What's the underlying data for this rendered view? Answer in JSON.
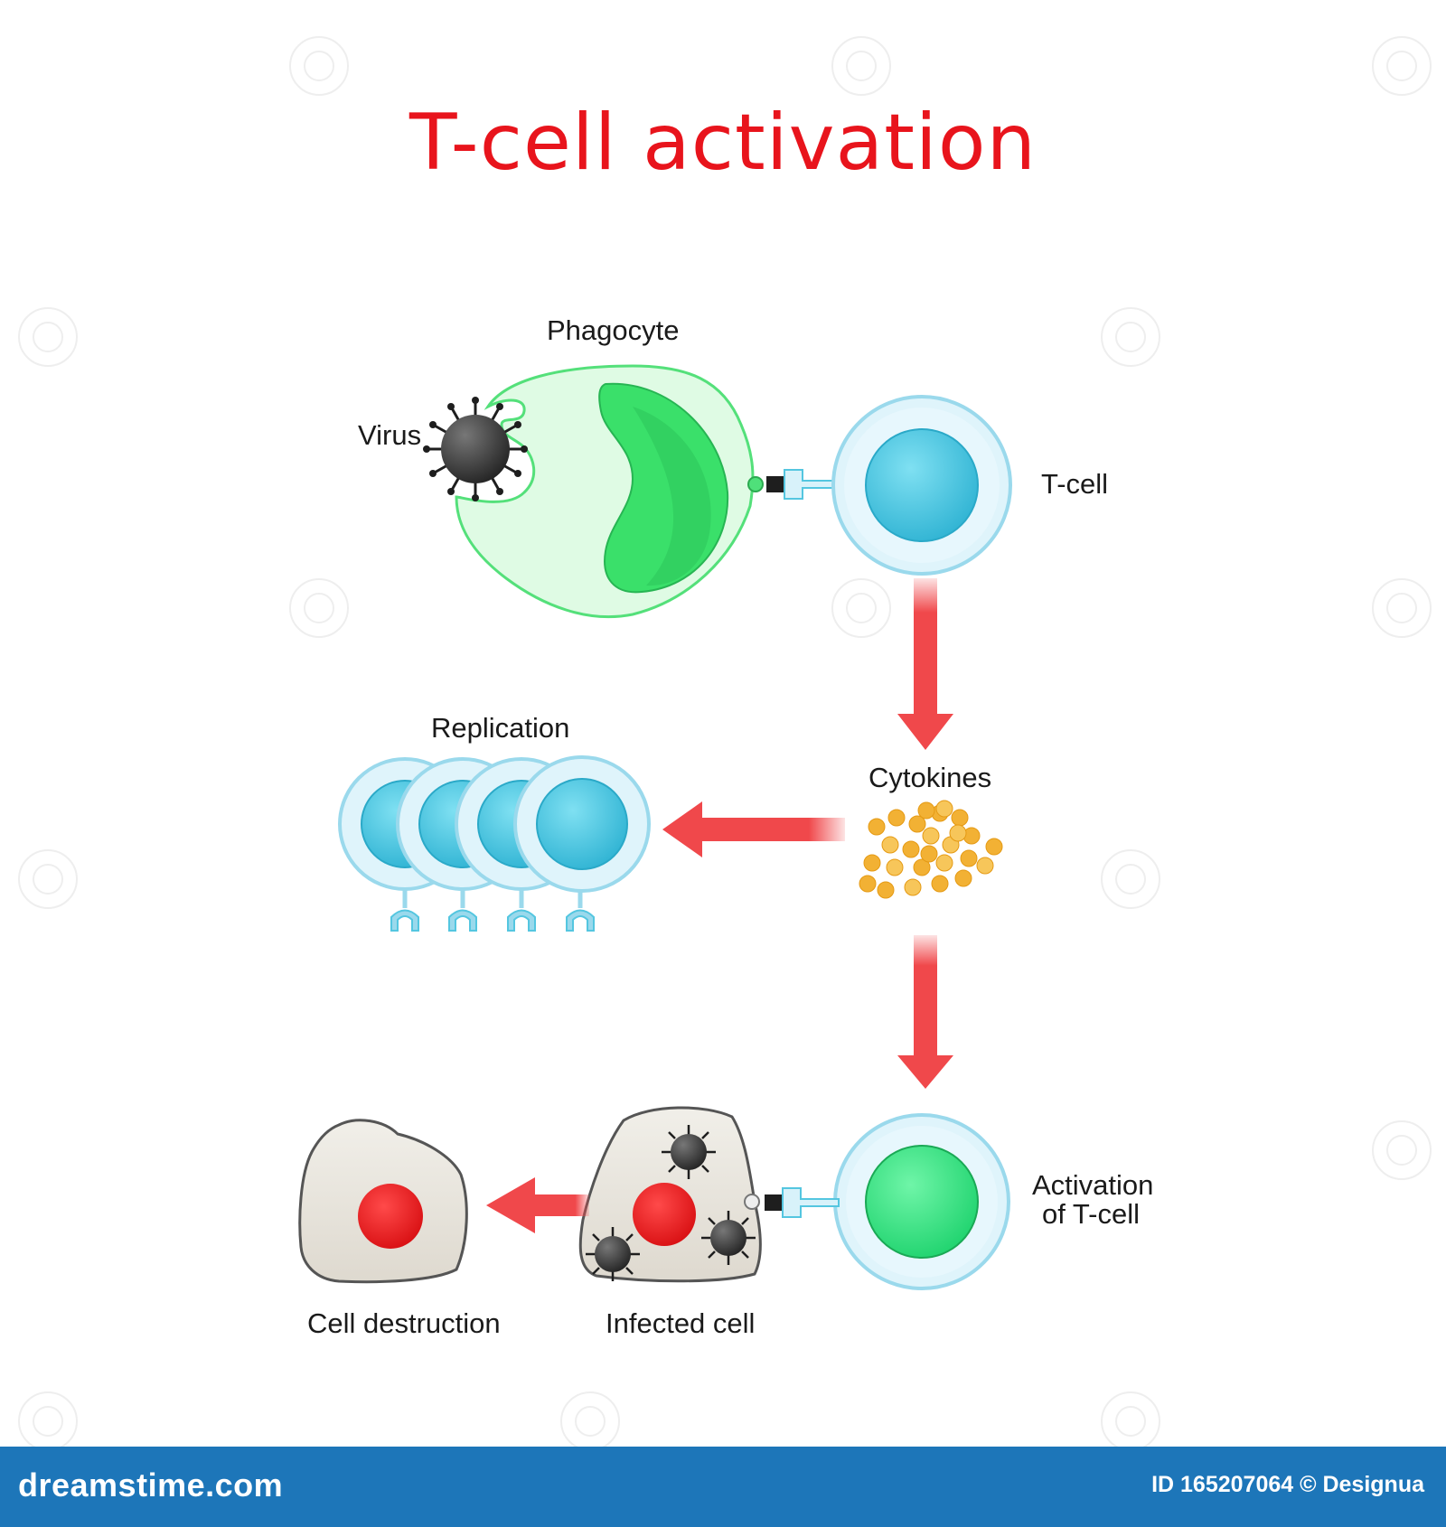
{
  "title": "T-cell activation",
  "labels": {
    "phagocyte": "Phagocyte",
    "virus": "Virus",
    "tcell": "T-cell",
    "replication": "Replication",
    "cytokines": "Cytokines",
    "activation_line1": "Activation",
    "activation_line2": "of T-cell",
    "cell_destruction": "Cell destruction",
    "infected_cell": "Infected cell"
  },
  "footer": {
    "brand": "dreamstime.com",
    "id_text": "ID 165207064 © Designua"
  },
  "colors": {
    "title": "#e8141c",
    "arrow": "#f0484b",
    "footer": "#1d76b9",
    "tcell_nucleus": "#3fbfdc",
    "activated_nucleus": "#2ee07c",
    "infected_nucleus": "#e8141c",
    "cytokine": "#f2b134"
  }
}
